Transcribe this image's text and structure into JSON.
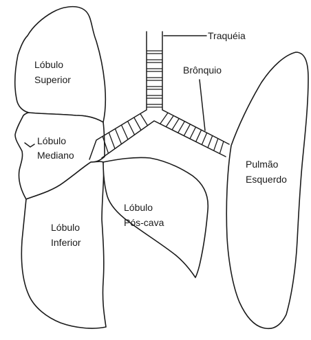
{
  "labels": {
    "lobulo_superior": [
      "Lóbulo",
      "Superior"
    ],
    "lobulo_mediano": [
      "Lóbulo",
      "Mediano"
    ],
    "lobulo_inferior": [
      "Lóbulo",
      "Inferior"
    ],
    "lobulo_pos_cava": [
      "Lóbulo",
      "Pós-cava"
    ],
    "pulmao_esquerdo": [
      "Pulmão",
      "Esquerdo"
    ],
    "traqueia": "Traquéia",
    "bronquio": "Brônquio"
  },
  "colors": {
    "stroke": "#1a1a1a",
    "fill": "#ffffff"
  }
}
